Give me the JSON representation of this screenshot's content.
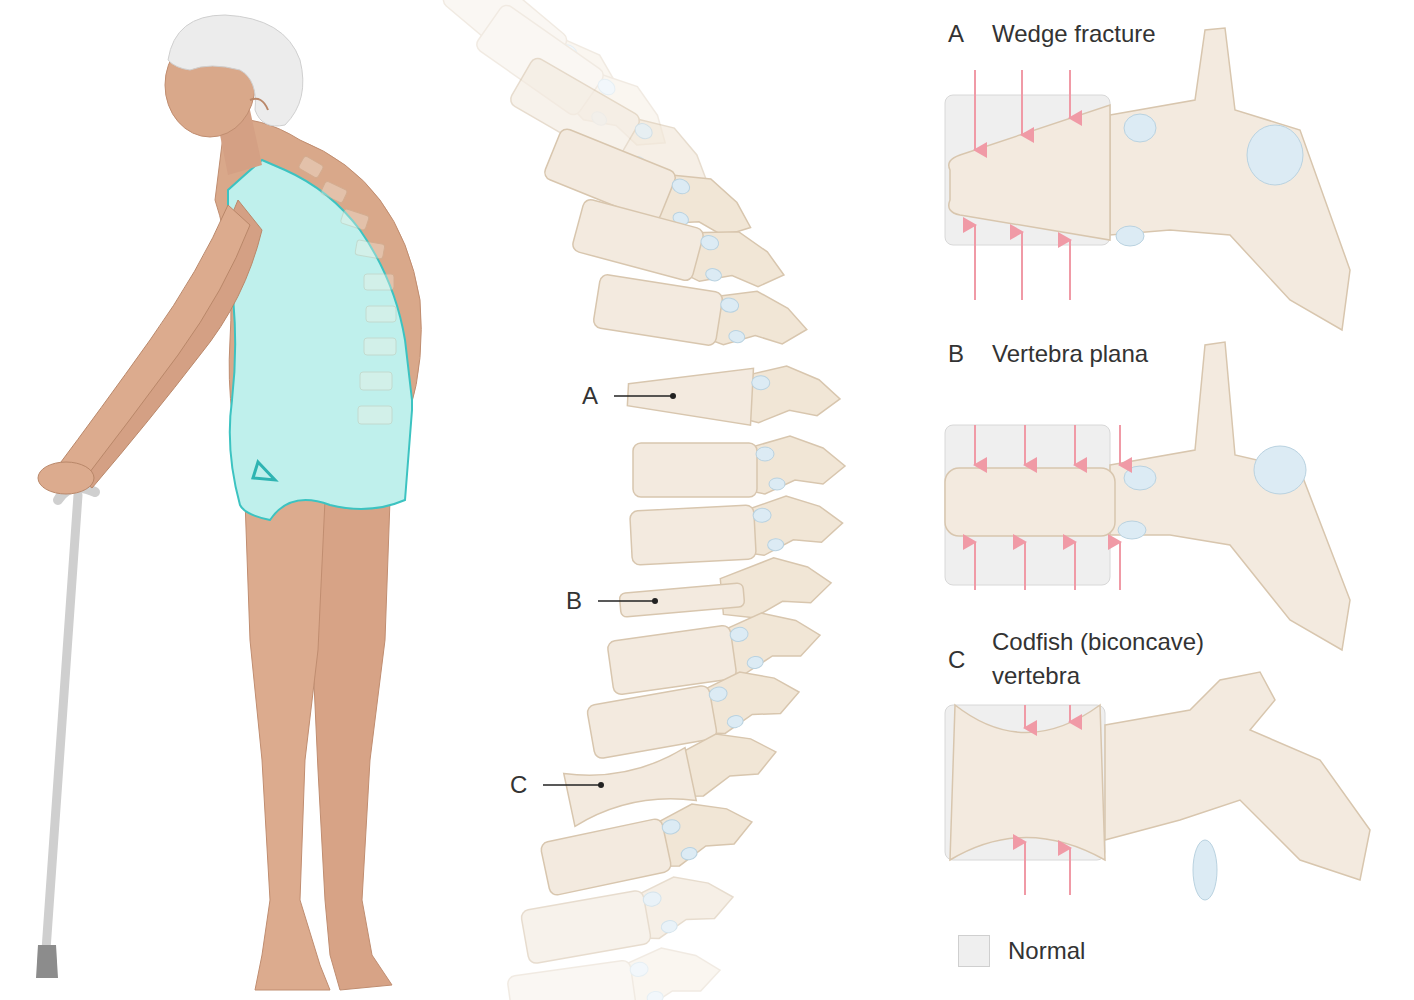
{
  "diagram": {
    "labels": [
      "A",
      "B",
      "C",
      "A",
      "Wedge fracture",
      "B",
      "Vertebra plana",
      "C",
      "Codfish (biconcave) vertebra"
    ],
    "legend": [
      {
        "text": "Normal",
        "color": "#efefef"
      }
    ]
  }
}
